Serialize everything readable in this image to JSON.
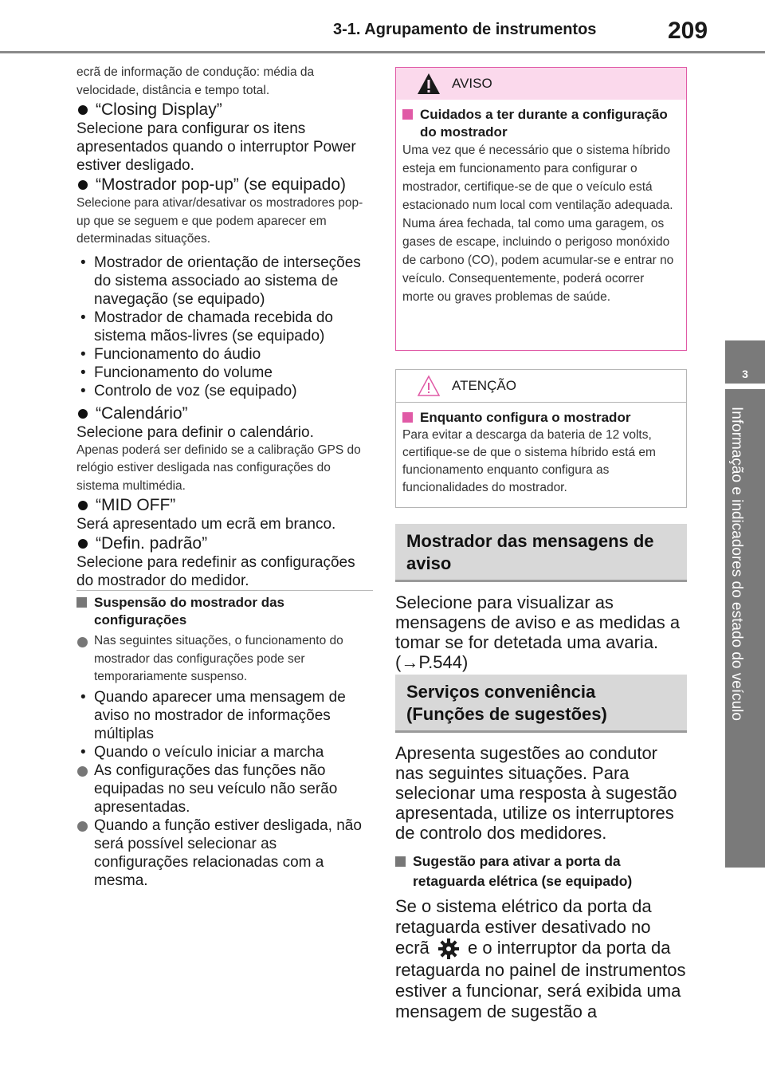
{
  "header": {
    "title": "3-1. Agrupamento de instrumentos",
    "page_number": "209"
  },
  "side_tab": {
    "number": "3",
    "label": "Informação e indicadores do estado do veículo"
  },
  "left": {
    "intro": "ecrã de informação de condução: média da velocidade, distância e tempo total.",
    "closing_display": {
      "title": "“Closing Display”",
      "desc": "Selecione para configurar os itens apresentados quando o interruptor Power estiver desligado."
    },
    "popup": {
      "title": "“Mostrador pop-up” (se equipado)",
      "desc": "Selecione para ativar/desativar os mostradores pop-up que se seguem e que podem aparecer em determinadas situações.",
      "items": [
        "Mostrador de orientação de interseções do sistema associado ao sistema de navegação (se equipado)",
        "Mostrador de chamada recebida do sistema mãos-livres (se equipado)",
        "Funcionamento do áudio",
        "Funcionamento do volume",
        "Controlo de voz (se equipado)"
      ]
    },
    "calendar": {
      "title": "“Calendário”",
      "desc": "Selecione para definir o calendário.",
      "note": "Apenas poderá ser definido se a calibração GPS do relógio estiver desligada nas configurações do sistema multimédia."
    },
    "mid_off": {
      "title": "“MID OFF”",
      "desc": "Será apresentado um ecrã em branco."
    },
    "default": {
      "title": "“Defin. padrão”",
      "desc": "Selecione para redefinir as configurações do mostrador do medidor."
    },
    "suspension": {
      "title": "Suspensão do mostrador das configurações",
      "p1": "Nas seguintes situações, o funcionamento do mostrador das configurações pode ser temporariamente suspenso.",
      "items": [
        "Quando aparecer uma mensagem de aviso no mostrador de informações múltiplas",
        "Quando o veículo iniciar a marcha"
      ],
      "p2": "As configurações das funções não equipadas no seu veículo não serão apresentadas.",
      "p3": "Quando a função estiver desligada, não será possível selecionar as configurações relacionadas com a mesma."
    }
  },
  "right": {
    "aviso": {
      "label": "AVISO",
      "heading": "Cuidados a ter durante a configuração do mostrador",
      "text": "Uma vez que é necessário que o sistema híbrido esteja em funcionamento para configurar o mostrador, certifique-se de que o veículo está estacionado num local com ventilação adequada. Numa área fechada, tal como uma garagem, os gases de escape, incluindo o perigoso monóxido de carbono (CO), podem acumular-se e entrar no veículo. Consequentemente, poderá ocorrer morte ou graves problemas de saúde."
    },
    "atencao": {
      "label": "ATENÇÃO",
      "heading": "Enquanto configura o mostrador",
      "text": "Para evitar a descarga da bateria de 12 volts, certifique-se de que o sistema híbrido está em funcionamento enquanto configura as funcionalidades do mostrador."
    },
    "section1": {
      "title": "Mostrador das mensagens de aviso",
      "text": "Selecione para visualizar as mensagens de aviso e as medidas a tomar se for detetada uma avaria.(→P.544)"
    },
    "section2": {
      "title": "Serviços conveniência (Funções de sugestões)",
      "text": "Apresenta sugestões ao condutor nas seguintes situações. Para selecionar uma resposta à sugestão apresentada, utilize os interruptores de controlo dos medidores."
    },
    "suggestion": {
      "heading": "Sugestão para ativar a porta da retaguarda elétrica (se equipado)",
      "text_before": "Se o sistema elétrico da porta da retaguarda estiver desativado no ecrã",
      "text_after": "e o interruptor da porta da retaguarda no painel de instrumentos estiver a funcionar, será exibida uma mensagem de sugestão a"
    }
  },
  "colors": {
    "aviso_border": "#e05aa6",
    "aviso_bg": "#fbd9ec",
    "atencao_border": "#b5b5b5",
    "tab_gray": "#7a7a7a"
  },
  "icons": [
    "warning-triangle-icon",
    "caution-triangle-icon",
    "gear-icon"
  ]
}
